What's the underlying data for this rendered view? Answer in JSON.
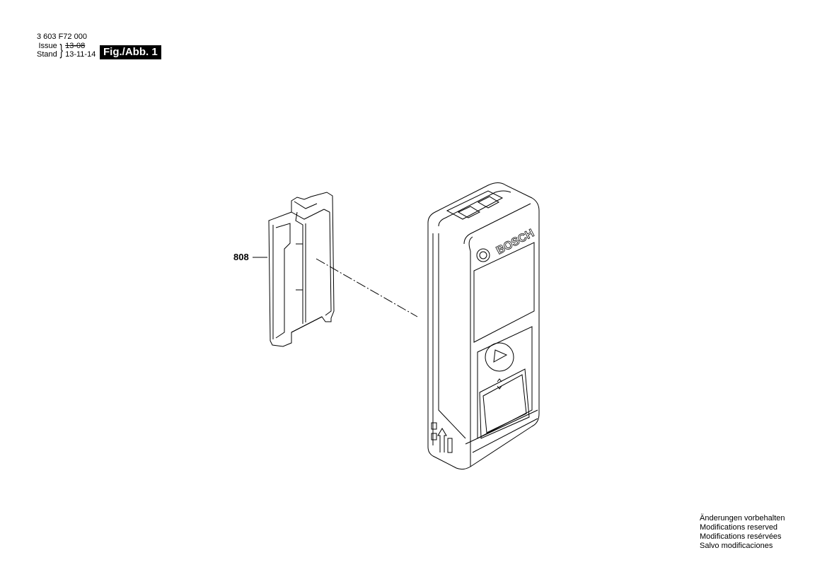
{
  "header": {
    "part_number": "3 603 F72 000",
    "issue_label": "Issue",
    "stand_label": "Stand",
    "issue_value_struck": "13-08",
    "stand_value": "13-11-14",
    "figure_label": "Fig./Abb. 1"
  },
  "callouts": [
    {
      "number": "808",
      "part": "battery-compartment-cover"
    }
  ],
  "device": {
    "brand_text": "BOSCH",
    "icons": [
      "measure-button-triangle",
      "function-button-arrows",
      "reference-level-icons",
      "arrow-up-icon"
    ]
  },
  "footer": {
    "lines": [
      "Änderungen vorbehalten",
      "Modifications reserved",
      "Modifications resérvées",
      "Salvo modificaciones"
    ]
  },
  "colors": {
    "ink": "#000000",
    "background": "#ffffff",
    "figure_box": "#000000"
  }
}
